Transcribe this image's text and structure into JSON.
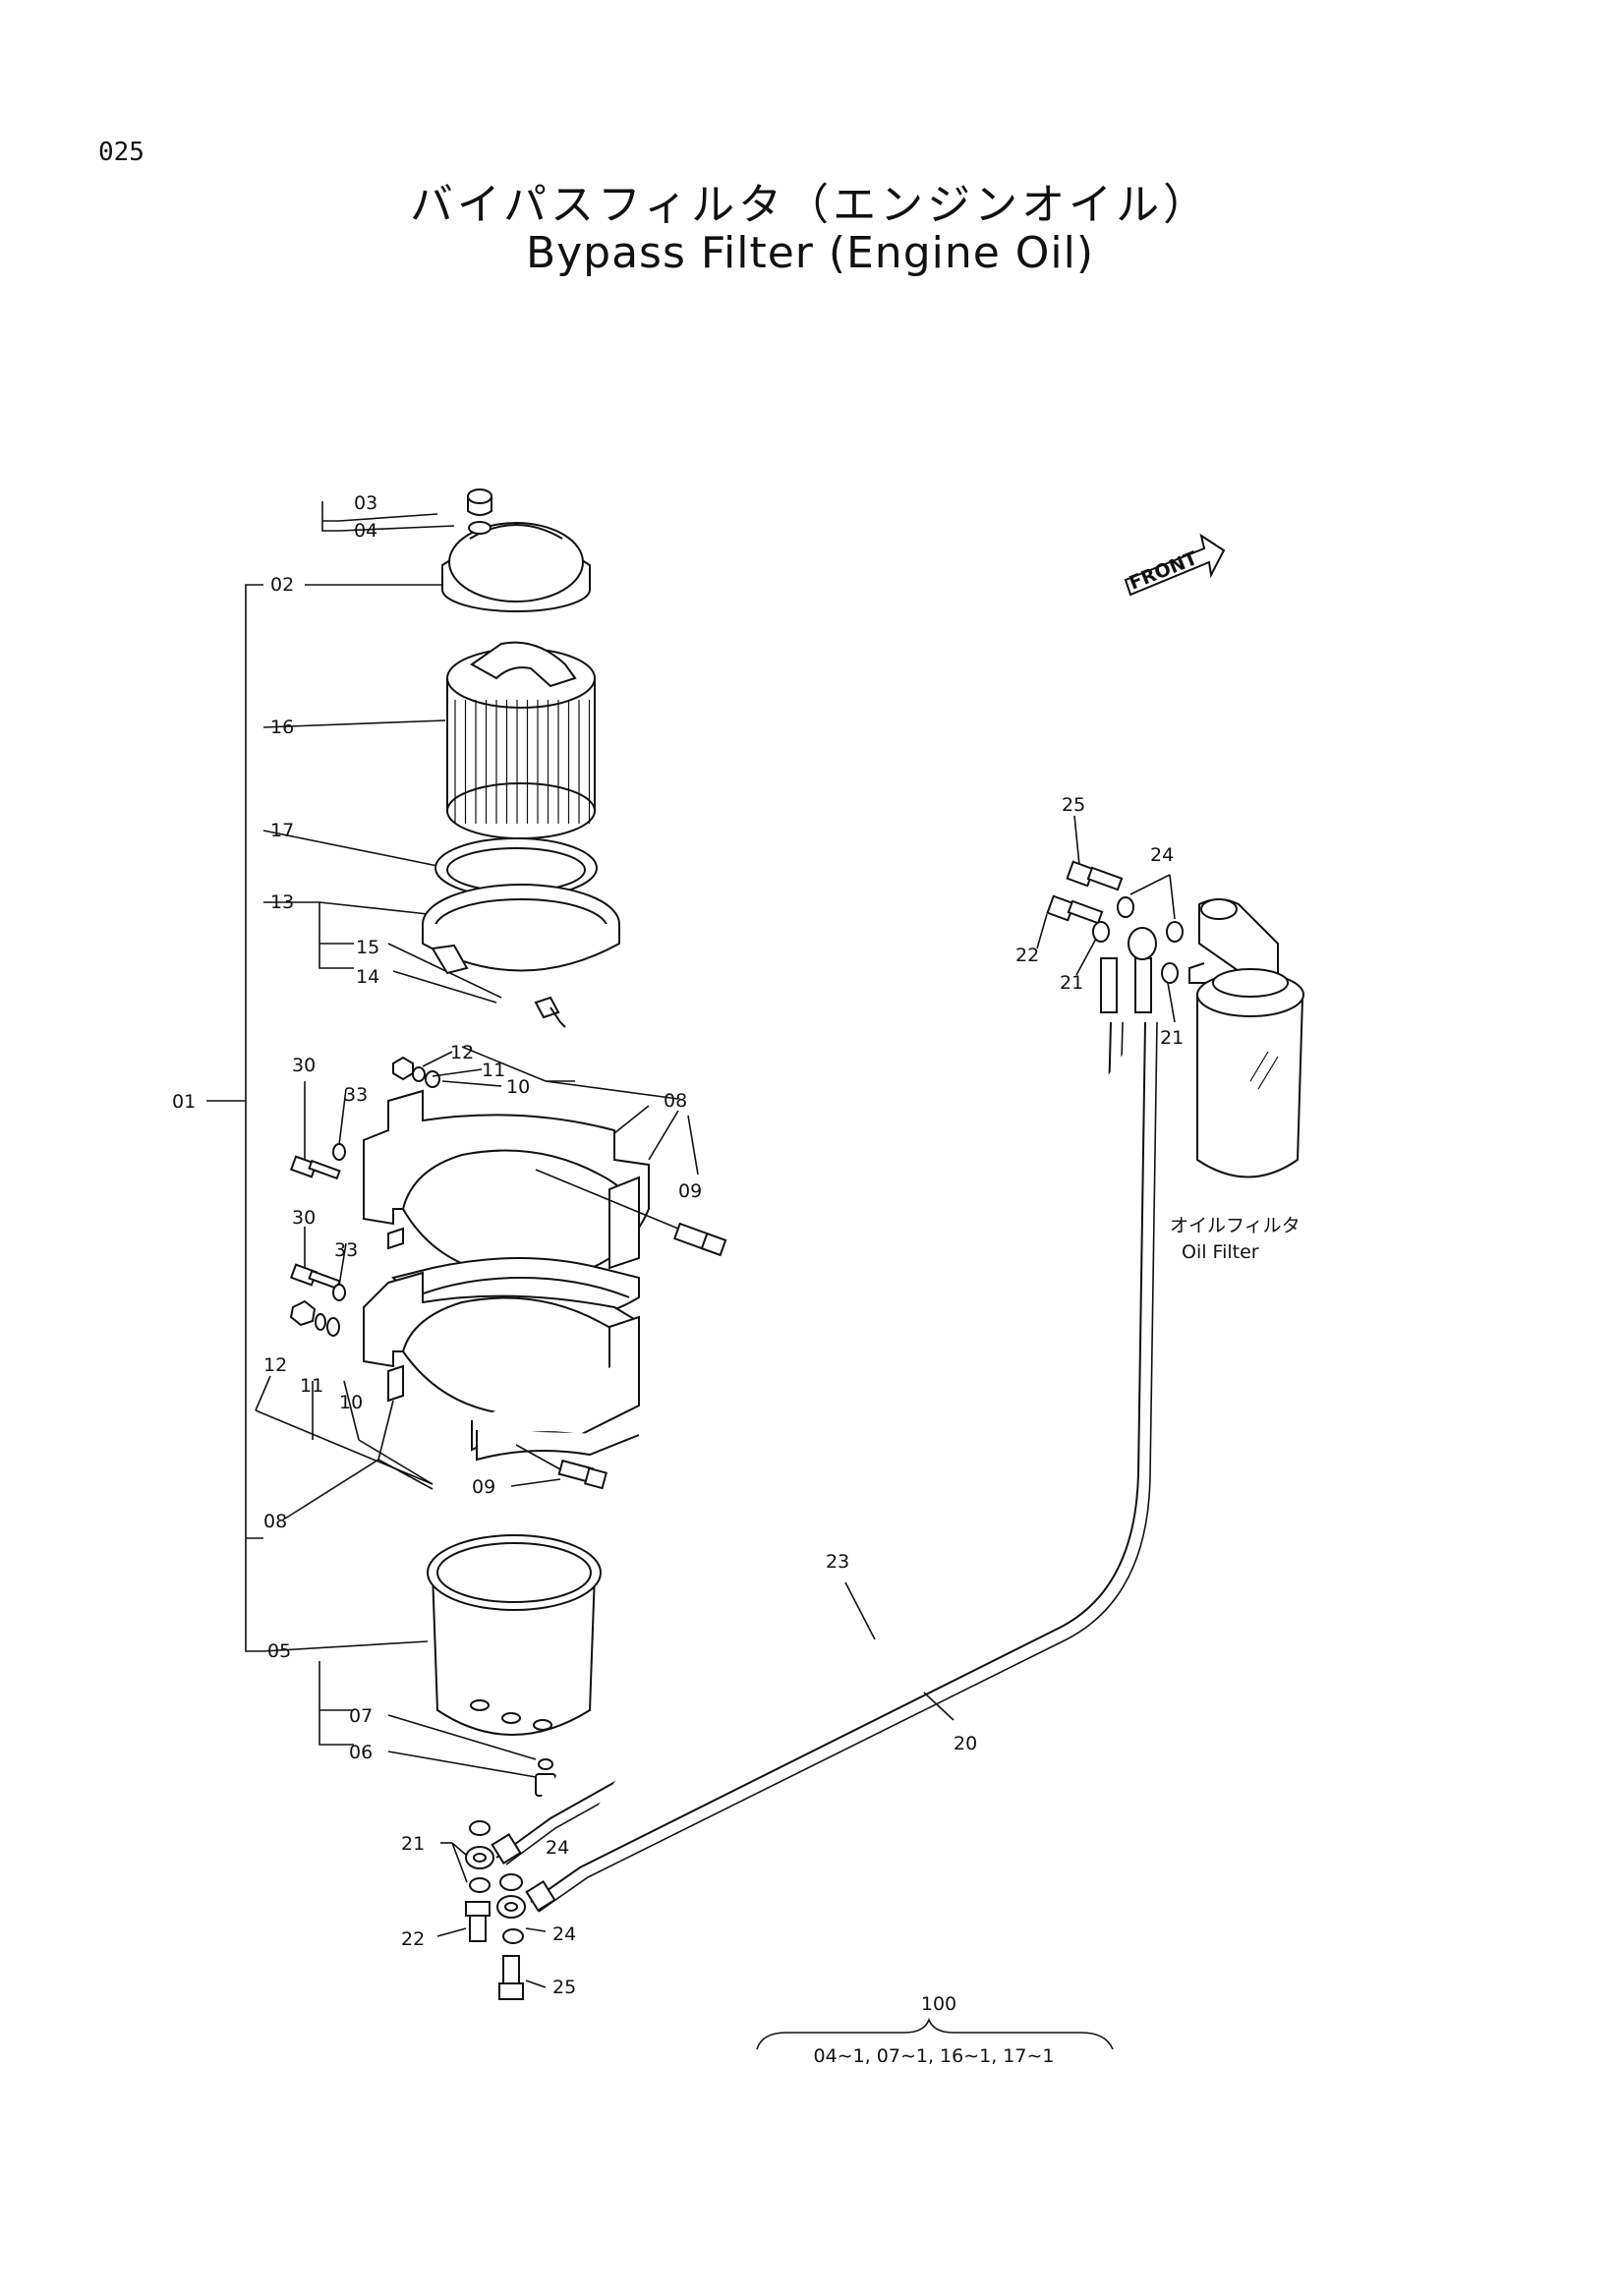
{
  "page": {
    "number": "025"
  },
  "title": {
    "japanese": "バイパスフィルタ（エンジンオイル）",
    "english": "Bypass Filter (Engine Oil)"
  },
  "badge": {
    "front": "FRONT"
  },
  "oil_filter_label": {
    "japanese": "オイルフィルタ",
    "english": "Oil Filter"
  },
  "callouts": {
    "c03": "03",
    "c04": "04",
    "c02": "02",
    "c16": "16",
    "c17": "17",
    "c13": "13",
    "c15": "15",
    "c14": "14",
    "c01": "01",
    "c30a": "30",
    "c33a": "33",
    "c12a": "12",
    "c11a": "11",
    "c10a": "10",
    "c08a": "08",
    "c09a": "09",
    "c30b": "30",
    "c33b": "33",
    "c12b": "12",
    "c11b": "11",
    "c10b": "10",
    "c09b": "09",
    "c08b": "08",
    "c05": "05",
    "c07": "07",
    "c06": "06",
    "c21a": "21",
    "c24a": "24",
    "c22a": "22",
    "c24b": "24",
    "c25a": "25",
    "c23": "23",
    "c20": "20",
    "c25b": "25",
    "c24c": "24",
    "c22b": "22",
    "c21b": "21",
    "c21c": "21"
  },
  "kit": {
    "number": "100",
    "contents": "04∼1, 07∼1, 16∼1, 17∼1"
  }
}
